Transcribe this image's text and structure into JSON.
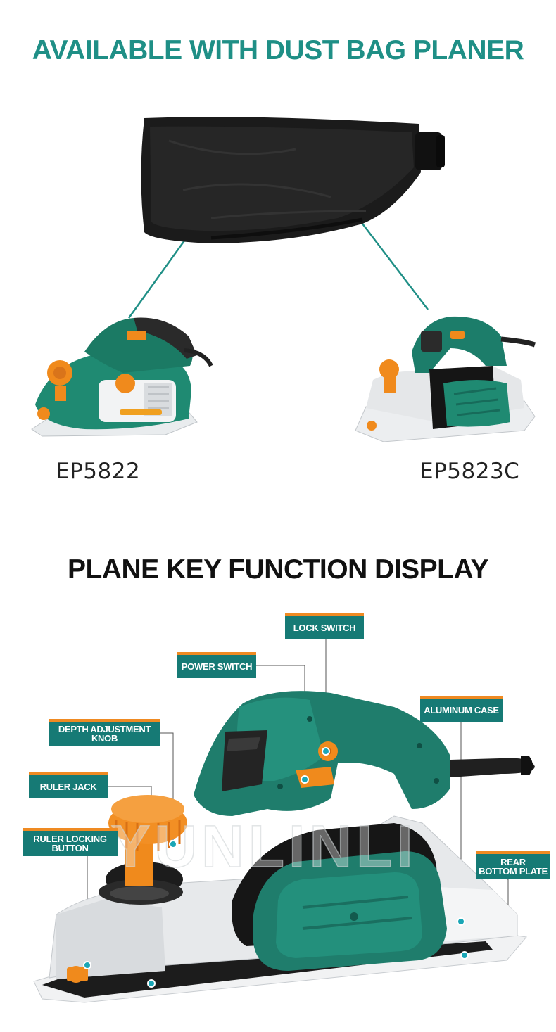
{
  "headings": {
    "top": "AVAILABLE WITH DUST BAG PLANER",
    "bottom": "PLANE KEY FUNCTION DISPLAY"
  },
  "models": {
    "left": "EP5822",
    "right": "EP5823C"
  },
  "callouts": {
    "lock_switch": "LOCK SWITCH",
    "power_switch": "POWER SWITCH",
    "aluminum_case": "ALUMINUM CASE",
    "depth_knob_line1": "DEPTH ADJUSTMENT",
    "depth_knob_line2": "KNOB",
    "ruler_jack": "RULER JACK",
    "ruler_locking_line1": "RULER LOCKING",
    "ruler_locking_line2": "BUTTON",
    "rear_plate_line1": "REAR",
    "rear_plate_line2": "BOTTOM PLATE"
  },
  "watermark": "YUNLINLI",
  "colors": {
    "teal_heading": "#1f8f86",
    "callout_bg": "#167a75",
    "callout_accent": "#ef8a22",
    "tool_green": "#1f7d6c",
    "tool_orange": "#f08a1c"
  }
}
